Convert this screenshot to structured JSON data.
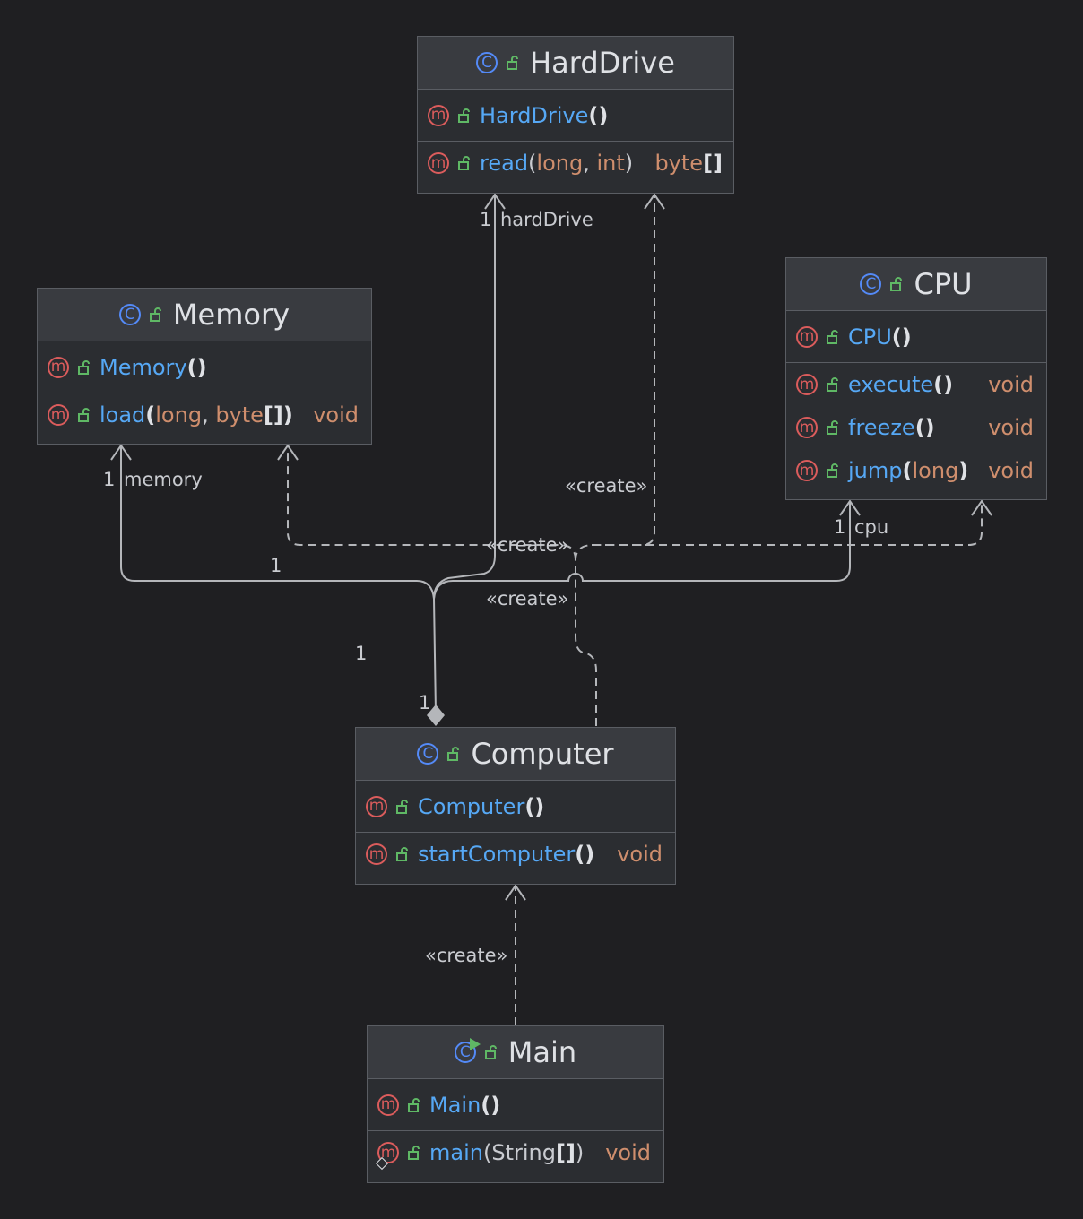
{
  "edges": {
    "labels": {
      "hd_mult": "1",
      "hd_role": "hardDrive",
      "mem_mult": "1",
      "mem_role": "memory",
      "cpu_mult": "1",
      "cpu_role": "cpu",
      "junction_mult1": "1",
      "junction_mult2": "1",
      "comp_mult": "1",
      "create_hd": "«create»",
      "create_mem": "«create»",
      "create_cpu": "«create»",
      "create_main": "«create»"
    }
  },
  "classes": {
    "harddrive": {
      "icon": "class-icon",
      "name": "HardDrive",
      "methods": [
        {
          "name": "HardDrive",
          "parens": "()"
        },
        {
          "name": "read",
          "open": "(",
          "p1": "long",
          "comma": ", ",
          "p2": "int",
          "close": ")",
          "ret": "byte",
          "arr": "[]"
        }
      ]
    },
    "memory": {
      "icon": "class-icon",
      "name": "Memory",
      "methods": [
        {
          "name": "Memory",
          "parens": "()"
        },
        {
          "name": "load",
          "open": "(",
          "p1": "long",
          "comma": ", ",
          "p2": "byte",
          "arr": "[]",
          "close": ")",
          "ret": "void"
        }
      ]
    },
    "cpu": {
      "icon": "class-icon",
      "name": "CPU",
      "methods": [
        {
          "name": "CPU",
          "parens": "()"
        },
        {
          "name": "execute",
          "parens": "()",
          "ret": "void"
        },
        {
          "name": "freeze",
          "parens": "()",
          "ret": "void"
        },
        {
          "name": "jump",
          "open": "(",
          "p1": "long",
          "close": ")",
          "ret": "void"
        }
      ]
    },
    "computer": {
      "icon": "class-icon",
      "name": "Computer",
      "methods": [
        {
          "name": "Computer",
          "parens": "()"
        },
        {
          "name": "startComputer",
          "parens": "()",
          "ret": "void"
        }
      ]
    },
    "main": {
      "icon": "runnable-class-icon",
      "name": "Main",
      "methods": [
        {
          "name": "Main",
          "parens": "()"
        },
        {
          "name": "main",
          "open": "(",
          "p1": "String",
          "arr": "[]",
          "close": ")",
          "ret": "void"
        }
      ]
    }
  },
  "icons": {
    "class_letter": "C",
    "method_letter": "m"
  },
  "colors": {
    "background": "#1f1f22",
    "class_body": "#2b2d31",
    "class_header": "#393b40",
    "border": "#5a5d63",
    "class_badge": "#548af7",
    "method_badge": "#db5c5c",
    "lock": "#5fb865",
    "method_name": "#56a8f5",
    "type": "#cf8e6d",
    "edge": "#b4b6ba"
  }
}
